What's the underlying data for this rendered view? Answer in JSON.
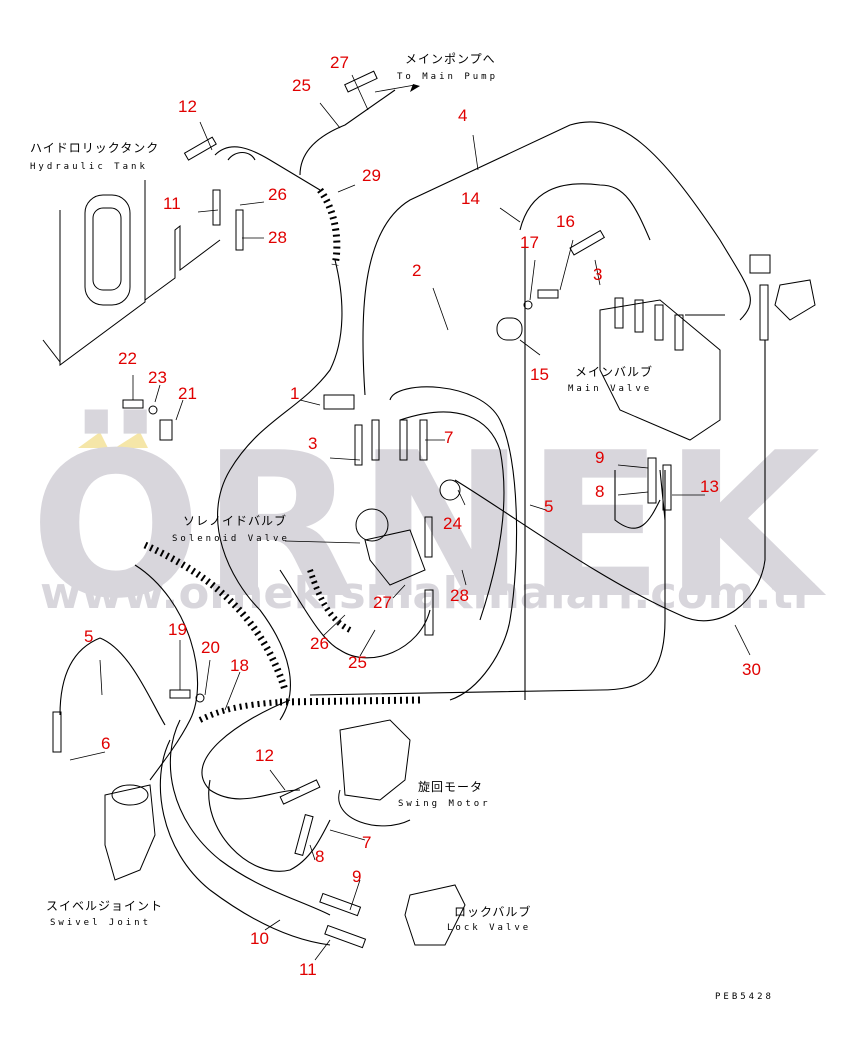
{
  "watermark": {
    "brand": "ÖRNEK",
    "url": "www.ornekismakinalari.com.tr",
    "accent_color": "#f5e6a8",
    "color": "#d8d6dc"
  },
  "labels": {
    "main_pump_jp": "メインポンプへ",
    "main_pump_en": "To Main Pump",
    "tank_jp": "ハイドロリックタンク",
    "tank_en": "Hydraulic Tank",
    "main_valve_jp": "メインバルブ",
    "main_valve_en": "Main Valve",
    "solenoid_jp": "ソレノイドバルブ",
    "solenoid_en": "Solenoid Valve",
    "swing_motor_jp": "旋回モータ",
    "swing_motor_en": "Swing Motor",
    "swivel_jp": "スイベルジョイント",
    "swivel_en": "Swivel Joint",
    "lock_valve_jp": "ロックバルブ",
    "lock_valve_en": "Lock Valve",
    "drawing_code": "PEB5428"
  },
  "part_numbers": [
    "27",
    "25",
    "12",
    "4",
    "29",
    "14",
    "11",
    "26",
    "16",
    "28",
    "17",
    "3",
    "2",
    "15",
    "22",
    "23",
    "21",
    "1",
    "3",
    "7",
    "9",
    "8",
    "13",
    "5",
    "24",
    "27",
    "28",
    "26",
    "25",
    "30",
    "19",
    "20",
    "18",
    "5",
    "6",
    "12",
    "7",
    "8",
    "9",
    "10",
    "11"
  ],
  "number_color": "#e00000"
}
